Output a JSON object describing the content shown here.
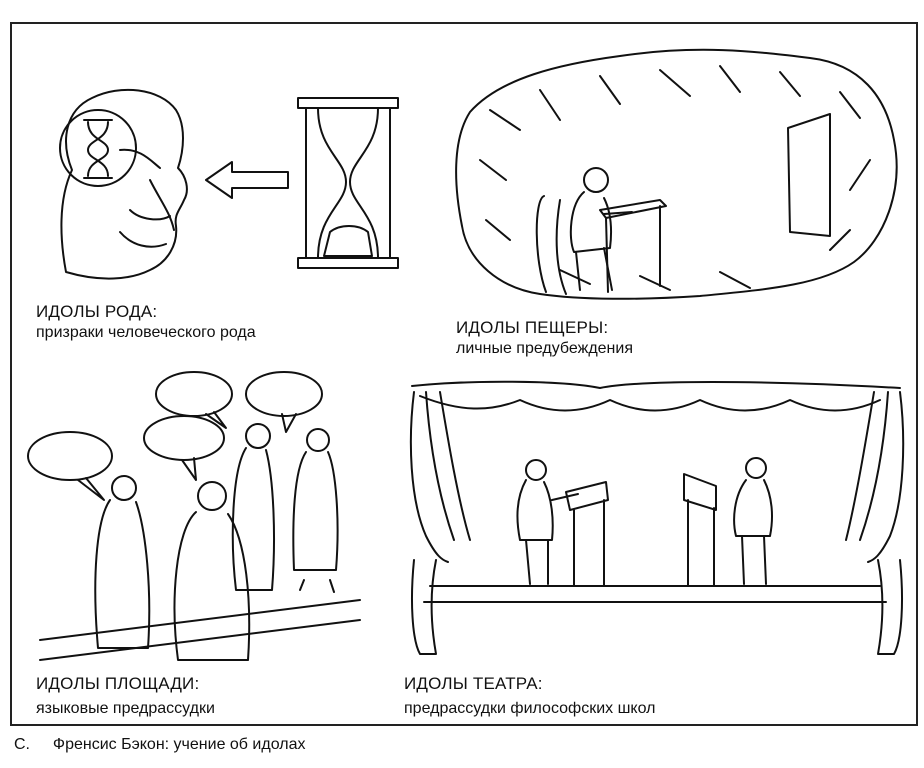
{
  "panels": {
    "tribe": {
      "title": "ИДОЛЫ РОДА:",
      "subtitle": "призраки человеческого рода"
    },
    "cave": {
      "title": "ИДОЛЫ ПЕЩЕРЫ:",
      "subtitle": "личные предубеждения"
    },
    "marketplace": {
      "title": "ИДОЛЫ ПЛОЩАДИ:",
      "subtitle": "языковые предрассудки"
    },
    "theatre": {
      "title": "ИДОЛЫ ТЕАТРА:",
      "subtitle": "предрассудки философских школ"
    }
  },
  "footer": {
    "label": "С.",
    "caption": "Френсис Бэкон: учение об идолах"
  }
}
